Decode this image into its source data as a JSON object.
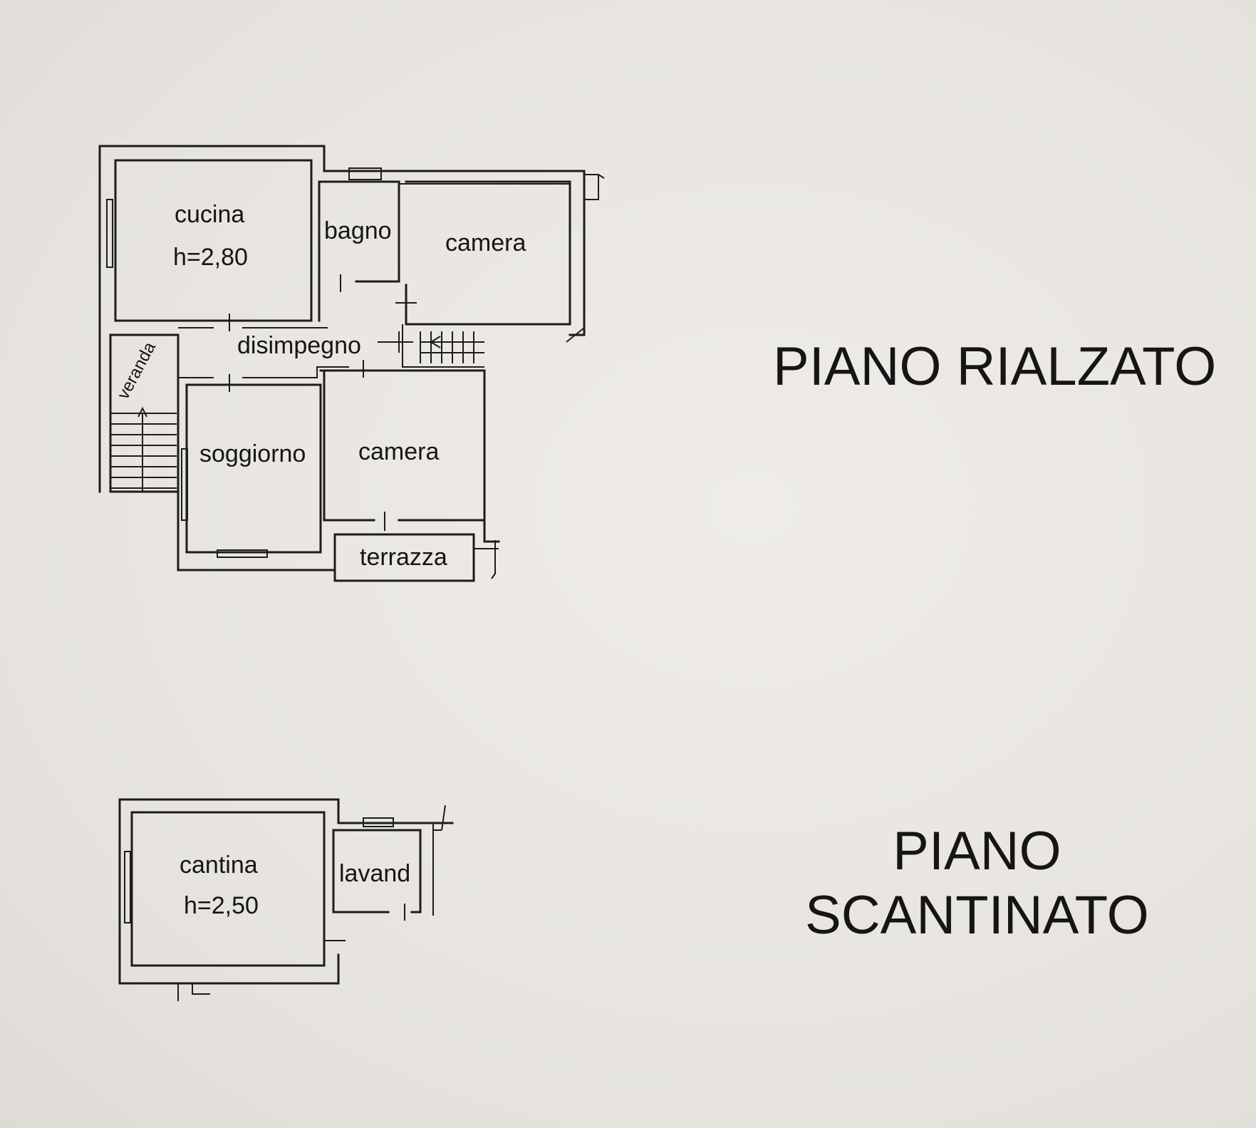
{
  "rialzato": {
    "title": "PIANO RIALZATO",
    "rooms": {
      "cucina": "cucina",
      "cucina_h": "h=2,80",
      "bagno": "bagno",
      "camera_1": "camera",
      "disimpegno": "disimpegno",
      "veranda": "veranda",
      "soggiorno": "soggiorno",
      "camera_2": "camera",
      "terrazza": "terrazza"
    }
  },
  "scantinato": {
    "title_line1": "PIANO",
    "title_line2": "SCANTINATO",
    "rooms": {
      "cantina": "cantina",
      "cantina_h": "h=2,50",
      "lavand": "lavand"
    }
  }
}
